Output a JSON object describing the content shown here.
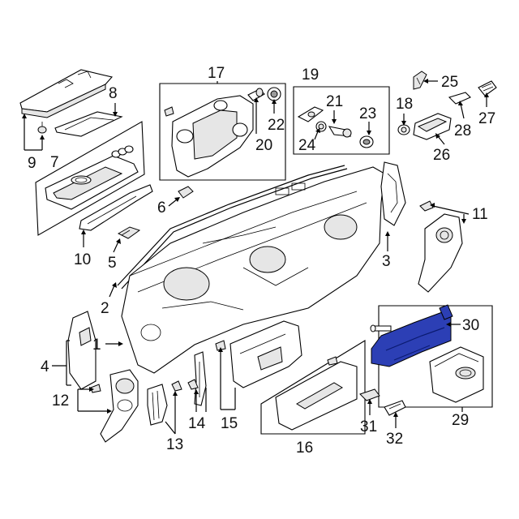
{
  "callouts": {
    "c1": "1",
    "c2": "2",
    "c3": "3",
    "c4": "4",
    "c5": "5",
    "c6": "6",
    "c7": "7",
    "c8": "8",
    "c9": "9",
    "c10": "10",
    "c11": "11",
    "c12": "12",
    "c13": "13",
    "c14": "14",
    "c15": "15",
    "c16": "16",
    "c17": "17",
    "c18": "18",
    "c19": "19",
    "c20": "20",
    "c21": "21",
    "c22": "22",
    "c23": "23",
    "c24": "24",
    "c25": "25",
    "c26": "26",
    "c27": "27",
    "c28": "28",
    "c29": "29",
    "c30": "30",
    "c31": "31",
    "c32": "32"
  },
  "colors": {
    "highlight_part": "#2c3fb5",
    "line": "#000000",
    "background": "#ffffff"
  }
}
